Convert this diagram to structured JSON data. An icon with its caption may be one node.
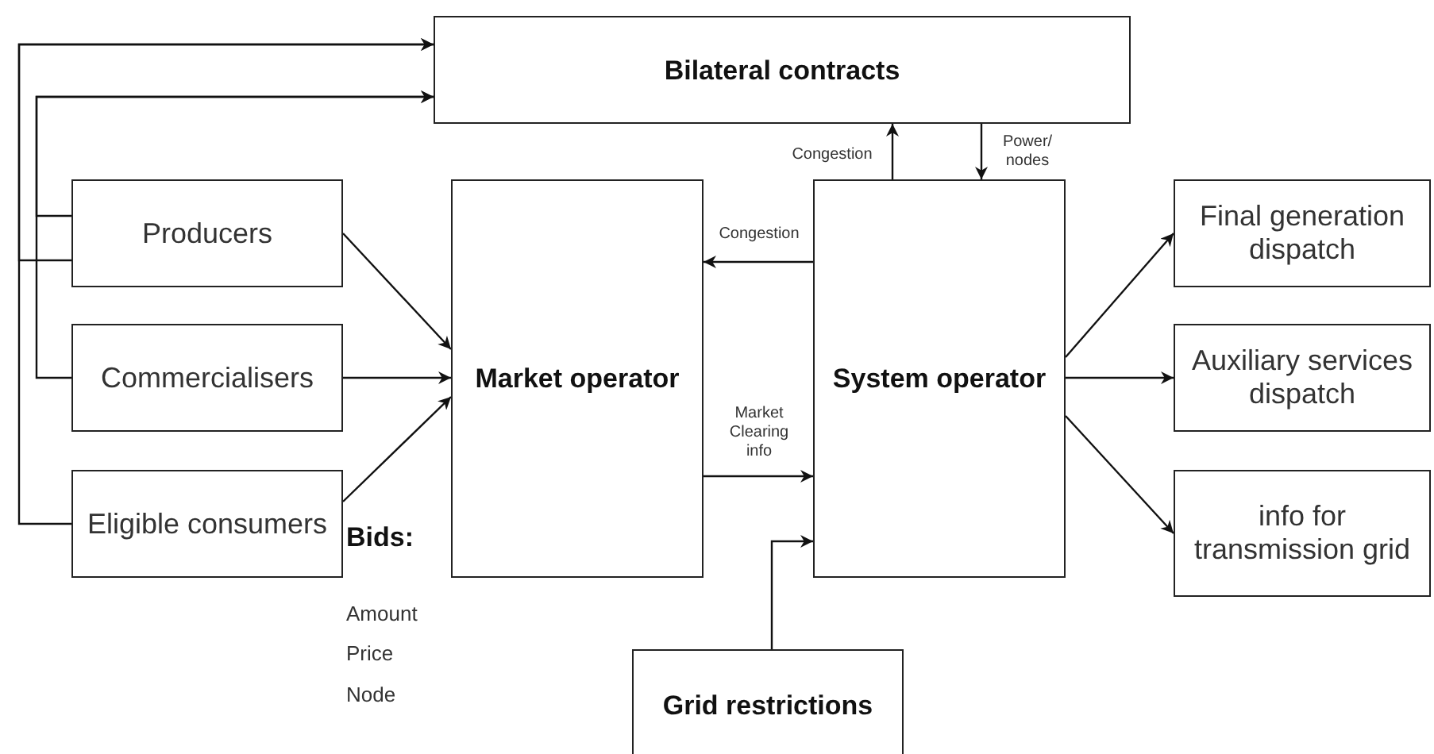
{
  "diagram": {
    "nodes": [
      {
        "text": [
          "Bilateral contracts"
        ]
      },
      {
        "text": [
          "Producers"
        ]
      },
      {
        "text": [
          "Commercialisers"
        ]
      },
      {
        "text": [
          "Eligible consumers"
        ]
      },
      {
        "text": [
          "Market operator"
        ]
      },
      {
        "text": [
          "System operator"
        ]
      },
      {
        "text": [
          "Final generation dispatch"
        ]
      },
      {
        "text": [
          "Auxiliary services dispatch"
        ]
      },
      {
        "text": [
          "info for transmission grid"
        ]
      },
      {
        "text": [
          "Grid restrictions"
        ]
      }
    ],
    "edges": [
      {
        "from": 1,
        "to": 0,
        "arrow": "to"
      },
      {
        "from": 3,
        "to": 0,
        "arrow": "to"
      },
      {
        "from": 1,
        "to": 0,
        "arrow": "to"
      },
      {
        "from": 2,
        "to": 0,
        "arrow": "to"
      },
      {
        "from": 1,
        "to": 4,
        "arrow": "to"
      },
      {
        "from": 2,
        "to": 4,
        "arrow": "to"
      },
      {
        "from": 3,
        "to": 4,
        "arrow": "to"
      },
      {
        "from": 5,
        "to": 4,
        "arrow": "to",
        "label": "Congestion"
      },
      {
        "from": 4,
        "to": 5,
        "arrow": "to",
        "label": "Market Clearing info"
      },
      {
        "from": 5,
        "to": 0,
        "arrow": "to",
        "label": "Congestion"
      },
      {
        "from": 0,
        "to": 5,
        "arrow": "to",
        "label": "Power/ nodes"
      },
      {
        "from": 9,
        "to": 5,
        "arrow": "to"
      },
      {
        "from": 5,
        "to": 6,
        "arrow": "to"
      },
      {
        "from": 5,
        "to": 7,
        "arrow": "to"
      },
      {
        "from": 5,
        "to": 8,
        "arrow": "to"
      }
    ],
    "labels": [
      "Bids:",
      "Amount",
      "Price",
      "Node"
    ]
  }
}
